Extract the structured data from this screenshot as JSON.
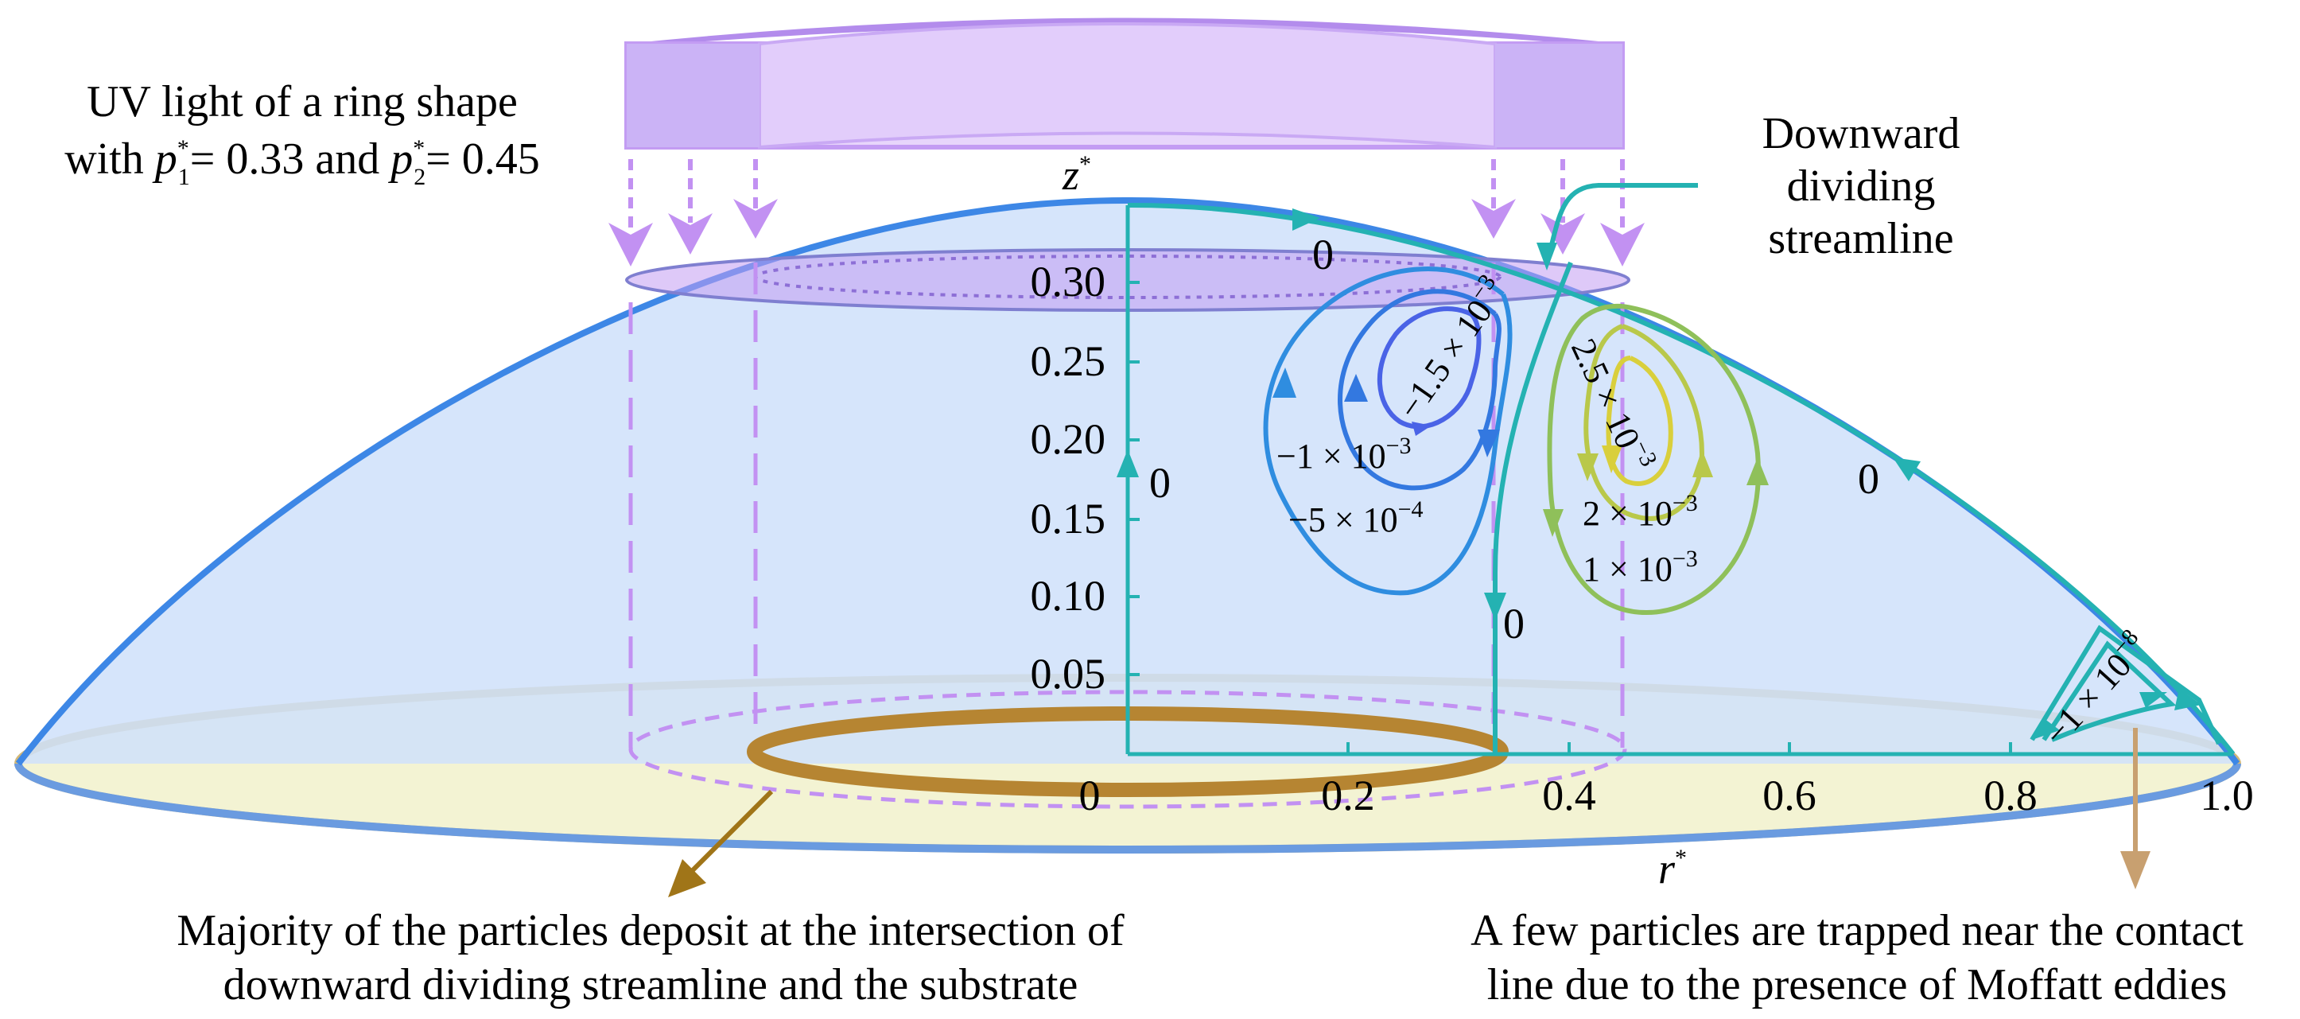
{
  "colors": {
    "drop_fill": "#cfe0fa",
    "drop_edge": "#3d87e6",
    "substrate_fill": "#f3f3d3",
    "substrate_edge": "#d2b878",
    "uv_light": "#c39cf3",
    "uv_dash": "#c291f2",
    "deposit_ring": "#b68532",
    "dividing_streamline": "#24b2b2",
    "ring_eddy": "#2f8de0",
    "inner_eddy": "#4a63e6",
    "yellow_green_eddy": "#9fc34c",
    "arrow_brown": "#a07518"
  },
  "light": {
    "label_line1": "UV light of a ring shape",
    "label_line2_prefix": "with ",
    "p1_value": "= 0.33",
    "and_text": " and ",
    "p2_value": "= 0.45",
    "p_symbol": "p",
    "star": "*",
    "sub1": "1",
    "sub2": "2"
  },
  "axes": {
    "z_label": "z",
    "r_label": "r",
    "star": "*",
    "z_ticks": [
      "0.30",
      "0.25",
      "0.20",
      "0.15",
      "0.10",
      "0.05"
    ],
    "r_ticks": [
      "0",
      "0.2",
      "0.4",
      "0.6",
      "0.8",
      "1.0"
    ]
  },
  "streamline_labels": {
    "zero": "0",
    "minus_1_5e3_base": "−1.5 × 10",
    "minus_1_5e3_exp": "−3",
    "minus_1e3_base": "−1 × 10",
    "minus_1e3_exp": "−3",
    "minus_5e4_base": "−5 × 10",
    "minus_5e4_exp": "−4",
    "plus_2_5e3_base": "2.5 × 10",
    "plus_2_5e3_exp": "−3",
    "plus_2e3_base": "2 × 10",
    "plus_2e3_exp": "−3",
    "plus_1e3_base": "1 × 10",
    "plus_1e3_exp": "−3",
    "moffatt_base": "−1 × 10",
    "moffatt_exp": "−8"
  },
  "callouts": {
    "dividing_line1": "Downward",
    "dividing_line2": "dividing",
    "dividing_line3": "streamline",
    "deposit_line1": "Majority of the particles deposit at the intersection of",
    "deposit_line2": "downward dividing streamline and the substrate",
    "moffatt_line1": "A few particles are trapped near the contact",
    "moffatt_line2": "line due to the presence of Moffatt eddies"
  }
}
